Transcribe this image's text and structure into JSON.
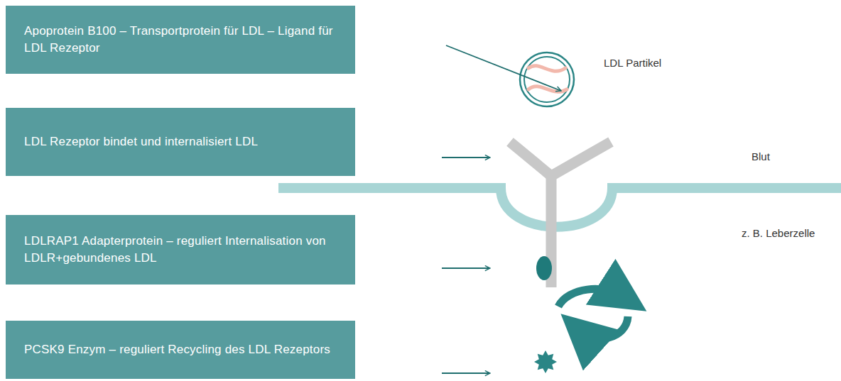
{
  "diagram": {
    "nodes": [
      {
        "text": [
          "Apoprotein B100 – Transportprotein für LDL – Ligand für LDL Rezeptor"
        ]
      },
      {
        "text": [
          "LDL Rezeptor bindet und internalisiert LDL"
        ]
      },
      {
        "text": [
          "LDLRAP1 Adapterprotein – reguliert Internalisation von LDLR+gebundenes LDL"
        ]
      },
      {
        "text": [
          "PCSK9 Enzym – reguliert Recycling des LDL Rezeptors"
        ]
      }
    ],
    "labels": [
      "LDL Partikel",
      "Blut",
      "z. B. Leberzelle"
    ]
  }
}
